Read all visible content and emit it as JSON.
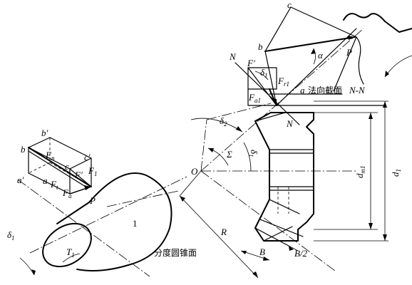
{
  "labels": {
    "b_left": "b",
    "b_prime": "b′",
    "c_prime": "c′",
    "a_prime": "a′",
    "a_left": "a",
    "c_left": "c",
    "Fn": "F",
    "Fn_sub": "n",
    "Ft": "F",
    "Ft_sub": "t",
    "Fa": "F",
    "Fa_sub": "a",
    "Fprime_left": "F′",
    "F1": "F",
    "F1_sub": "1",
    "P_left": "P",
    "num1": "1",
    "delta1_left": "δ",
    "delta1_left_sub": "1",
    "T1": "T",
    "T1_sub": "1",
    "cone_surface": "分度圆锥面",
    "c_top": "c",
    "b_top": "b",
    "N_top": "N",
    "Fprime_right": "F′",
    "delta1_right": "δ",
    "delta1_right_sub": "1",
    "Fr1": "F",
    "Fr1_sub": "r1",
    "alpha": "α",
    "P_right": "P",
    "Fa1": "F",
    "Fa1_sub": "a1",
    "a_right": "a",
    "normal_section": "法向截面",
    "NN": "N-N",
    "N_lower": "N",
    "delta2": "δ",
    "delta2_sub": "2",
    "Sigma": "Σ",
    "delta1_mid": "δ",
    "delta1_mid_sub": "1",
    "O": "O",
    "R": "R",
    "B": "B",
    "B_half": "B/2",
    "dm1": "d",
    "dm1_sub": "m1",
    "d1": "d",
    "d1_sub": "1"
  }
}
